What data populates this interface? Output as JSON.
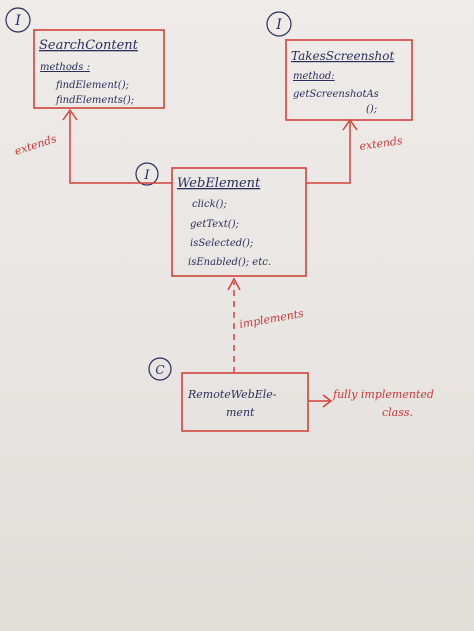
{
  "search_content": {
    "marker": "I",
    "title": "SearchContent",
    "methods_label": "methods :",
    "methods": [
      "findElement();",
      "findElements();"
    ]
  },
  "takes_screenshot": {
    "marker": "I",
    "title": "TakesScreenshot",
    "methods_label": "method:",
    "methods": [
      "getScreenshotAs",
      "();"
    ]
  },
  "web_element": {
    "marker": "I",
    "title": "WebElement",
    "methods": [
      "click();",
      "getText();",
      "isSelected();",
      "isEnabled(); etc."
    ]
  },
  "remote_web_element": {
    "marker": "C",
    "title_lines": [
      "RemoteWebEle-",
      "ment"
    ]
  },
  "annotations": {
    "extends_left": "extends",
    "extends_right": "extends",
    "implements": "implements",
    "fully_line1": "fully implemented",
    "fully_line2": "class."
  }
}
